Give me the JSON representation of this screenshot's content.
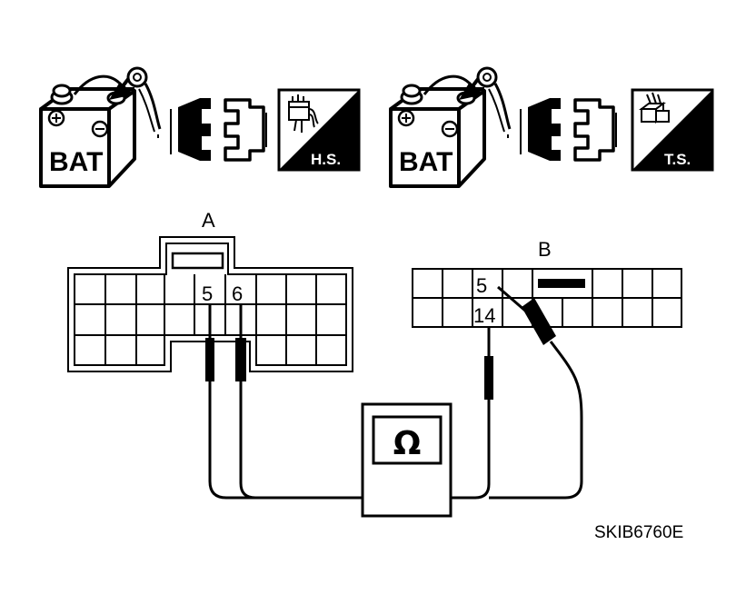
{
  "top_row": {
    "left": {
      "battery_label": "BAT",
      "badge_label": "H.S."
    },
    "right": {
      "battery_label": "BAT",
      "badge_label": "T.S."
    }
  },
  "connector_a": {
    "label": "A",
    "terminal_left": "5",
    "terminal_right": "6"
  },
  "connector_b": {
    "label": "B",
    "terminal_top": "5",
    "terminal_bottom": "14"
  },
  "meter": {
    "symbol": "Ω"
  },
  "figure_code": "SKIB6760E",
  "icons": [
    "battery-icon",
    "arrow-icon",
    "disconnect-connector-icon",
    "harness-side-badge-icon",
    "terminal-side-badge-icon",
    "ohmmeter-icon"
  ]
}
